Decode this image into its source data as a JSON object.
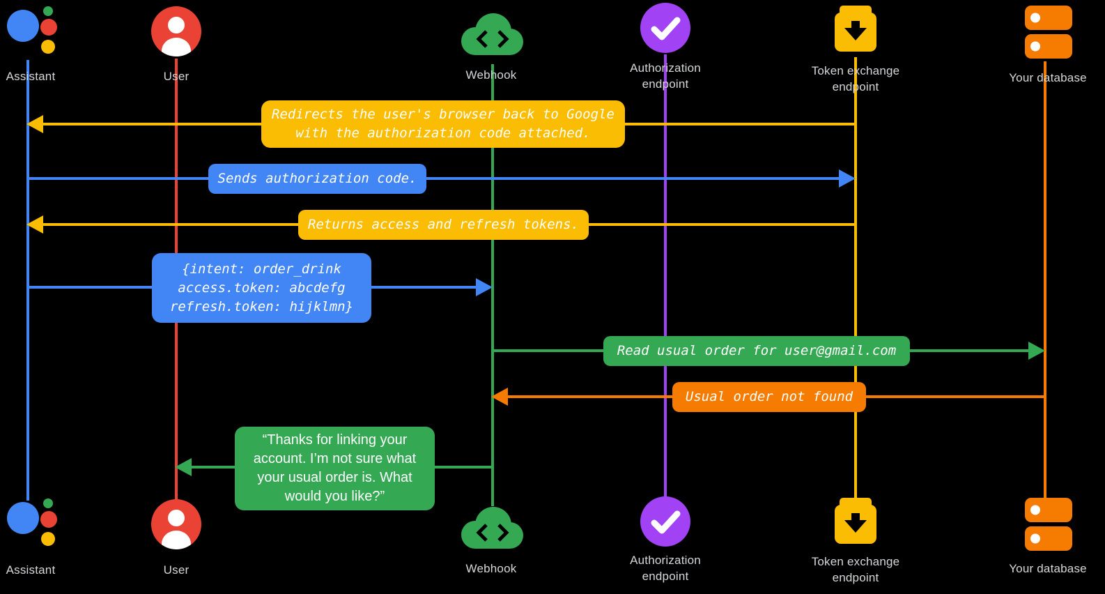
{
  "colors": {
    "blue": "#4285F4",
    "red": "#EA4335",
    "green": "#34A853",
    "yellow": "#FBBC04",
    "purple": "#A142F4",
    "orange": "#F57C00",
    "label": "#D5D8DB",
    "background": "#000000"
  },
  "actors": {
    "assistant": {
      "label": "Assistant",
      "icon": "google-assistant-logo"
    },
    "user": {
      "label": "User",
      "icon": "person-icon"
    },
    "webhook": {
      "label": "Webhook",
      "icon": "cloud-code-icon"
    },
    "authorization": {
      "label_line1": "Authorization",
      "label_line2": "endpoint",
      "icon": "checkmark-circle-icon"
    },
    "token_exchange": {
      "label_line1": "Token exchange",
      "label_line2": "endpoint",
      "icon": "token-box-download-icon"
    },
    "database": {
      "label": "Your database",
      "icon": "database-icon"
    }
  },
  "messages": {
    "redirect": {
      "line1": "Redirects the user's browser back to Google",
      "line2": "with the authorization code attached."
    },
    "send_code": {
      "text": "Sends authorization code."
    },
    "return_tokens": {
      "text": "Returns access and refresh tokens."
    },
    "intent": {
      "line1": "{intent: order_drink",
      "line2": "access.token: abcdefg",
      "line3": "refresh.token: hijklmn}"
    },
    "read_order": {
      "text": "Read usual order for user@gmail.com"
    },
    "not_found": {
      "text": "Usual order not found"
    },
    "thanks": {
      "line1": "“Thanks for linking your",
      "line2": "account. I’m not sure what",
      "line3": "your usual order is. What",
      "line4": "would you like?”"
    }
  }
}
